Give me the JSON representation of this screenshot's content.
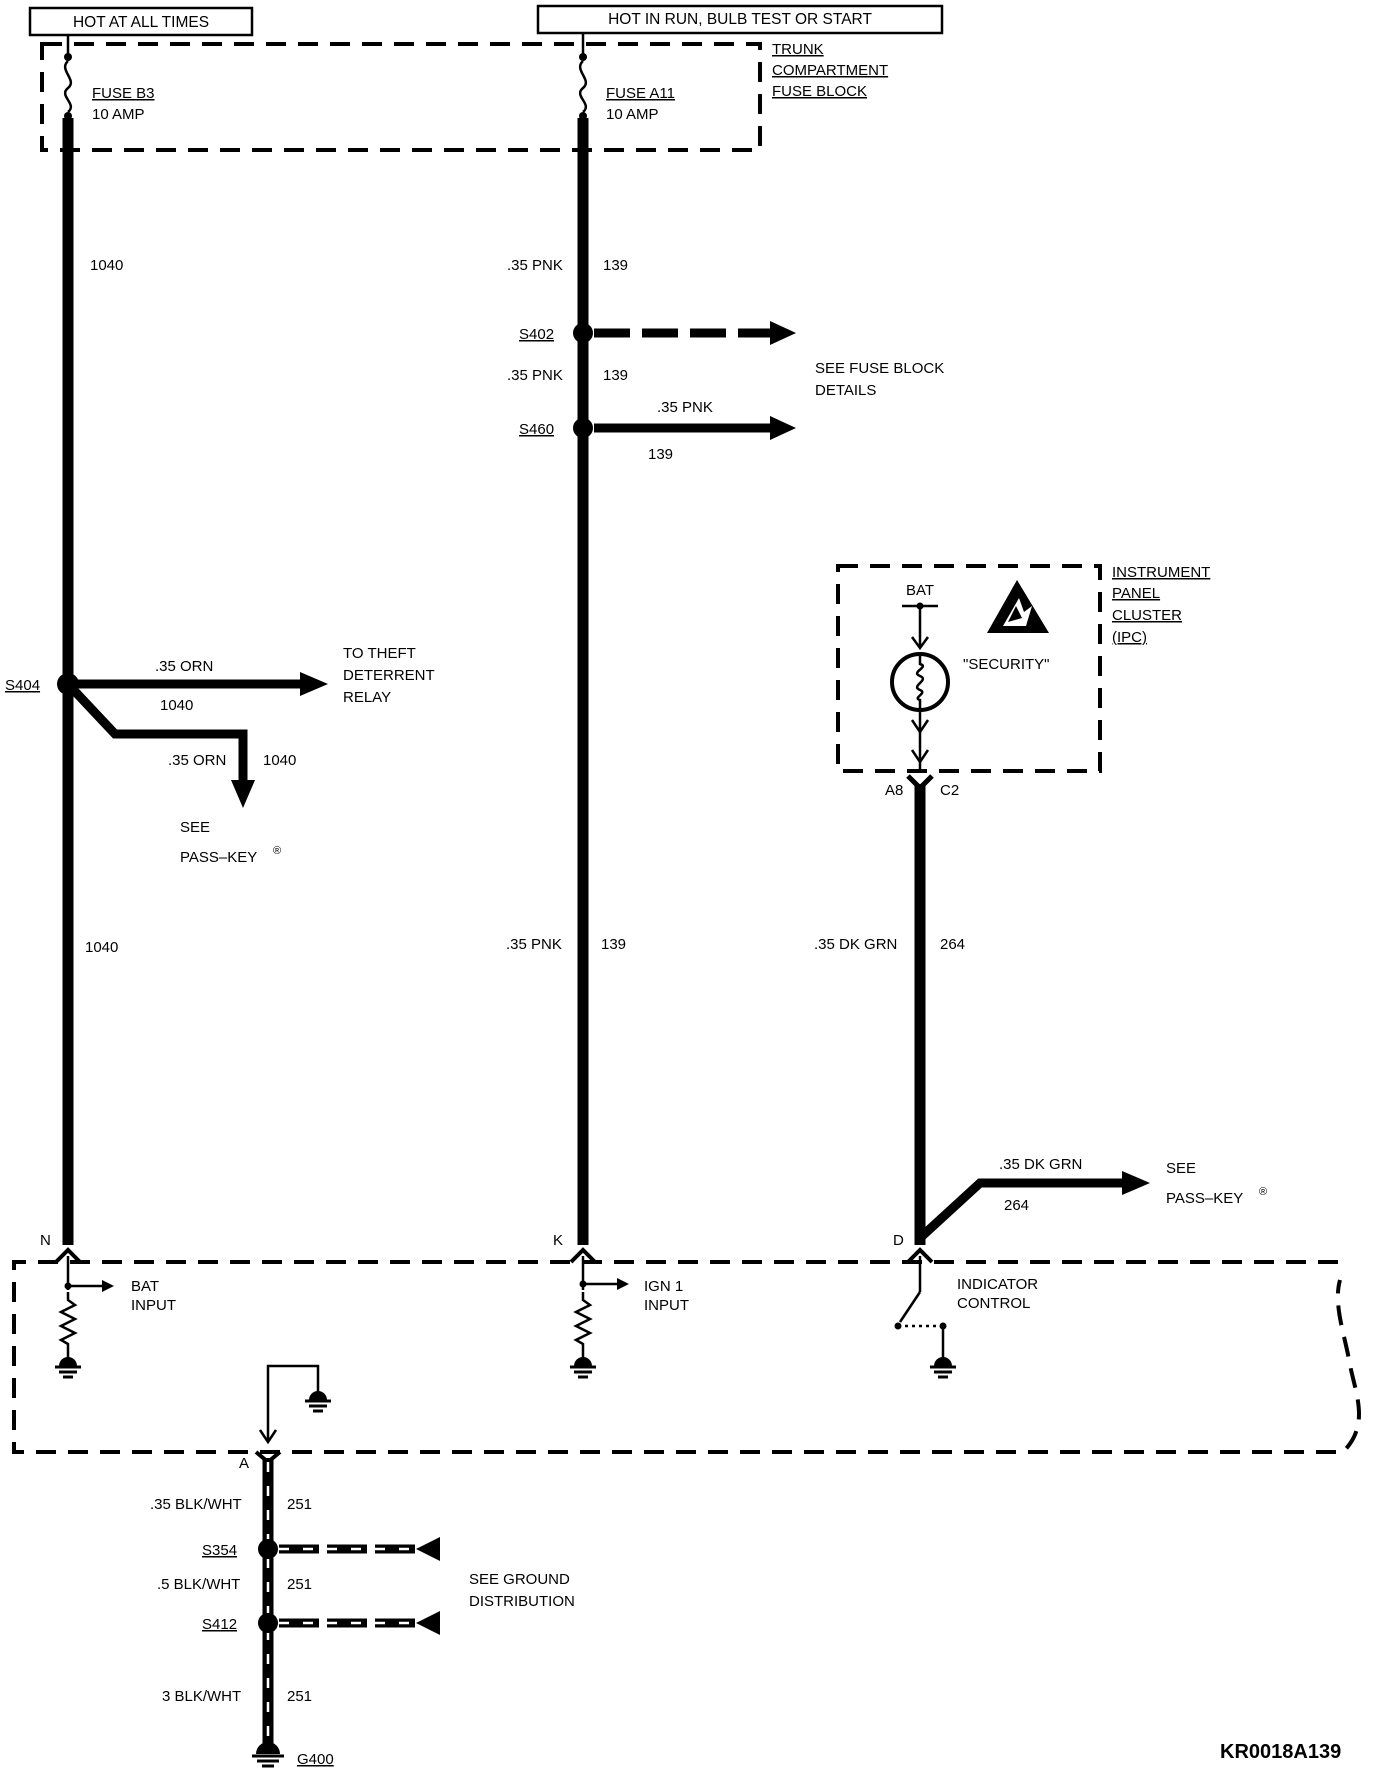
{
  "labels": {
    "hot_at_all_times": "HOT AT ALL TIMES",
    "hot_in_run": "HOT IN RUN, BULB TEST OR START",
    "trunk_line1": "TRUNK",
    "trunk_line2": "COMPARTMENT",
    "trunk_line3": "FUSE BLOCK",
    "fuse_b3_name": "FUSE B3",
    "fuse_b3_rating": "10 AMP",
    "fuse_a11_name": "FUSE A11",
    "fuse_a11_rating": "10 AMP",
    "circuit_1040": "1040",
    "wire_35pnk": ".35 PNK",
    "circuit_139": "139",
    "s402": "S402",
    "s460": "S460",
    "see_fuse_line1": "SEE FUSE BLOCK",
    "see_fuse_line2": "DETAILS",
    "ipc_line1": "INSTRUMENT",
    "ipc_line2": "PANEL",
    "ipc_line3": "CLUSTER",
    "ipc_line4": "(IPC)",
    "bat": "BAT",
    "security": "\"SECURITY\"",
    "a8": "A8",
    "c2": "C2",
    "s404": "S404",
    "wire_35orn": ".35 ORN",
    "to_theft_line1": "TO THEFT",
    "to_theft_line2": "DETERRENT",
    "to_theft_line3": "RELAY",
    "see": "SEE",
    "pass_key": "PASS–KEY",
    "registered": "®",
    "wire_35dkgrn": ".35 DK GRN",
    "circuit_264": "264",
    "pin_n": "N",
    "pin_k": "K",
    "pin_d": "D",
    "pin_a": "A",
    "bat_input_line1": "BAT",
    "bat_input_line2": "INPUT",
    "ign_input_line1": "IGN 1",
    "ign_input_line2": "INPUT",
    "indicator_line1": "INDICATOR",
    "indicator_line2": "CONTROL",
    "wire_35blkwht": ".35 BLK/WHT",
    "circuit_251": "251",
    "s354": "S354",
    "wire_5blkwht": ".5 BLK/WHT",
    "s412": "S412",
    "wire_3blkwht": "3 BLK/WHT",
    "see_ground_line1": "SEE GROUND",
    "see_ground_line2": "DISTRIBUTION",
    "g400": "G400",
    "diagram_code": "KR0018A139"
  }
}
